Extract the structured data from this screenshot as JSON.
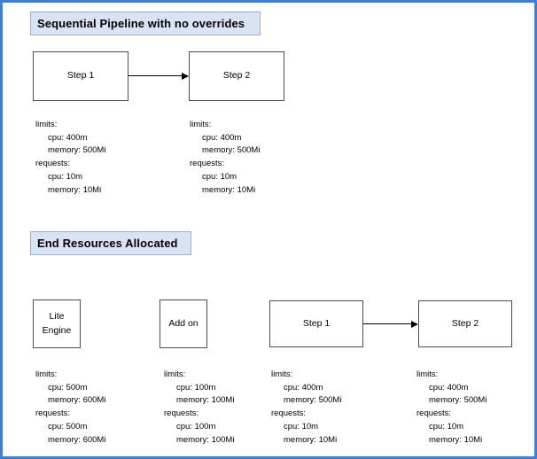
{
  "diagram": {
    "frame_color": "#3d7fe0",
    "sections": [
      {
        "title": "Sequential Pipeline with no overrides",
        "nodes": [
          {
            "lines": [
              "Step 1"
            ]
          },
          {
            "lines": [
              "Step 2"
            ]
          }
        ],
        "resources": [
          {
            "limits_label": "limits:",
            "limits_cpu": "cpu: 400m",
            "limits_memory": "memory: 500Mi",
            "requests_label": "requests:",
            "requests_cpu": "cpu: 10m",
            "requests_memory": "memory: 10Mi"
          },
          {
            "limits_label": "limits:",
            "limits_cpu": "cpu: 400m",
            "limits_memory": "memory: 500Mi",
            "requests_label": "requests:",
            "requests_cpu": "cpu: 10m",
            "requests_memory": "memory: 10Mi"
          }
        ]
      },
      {
        "title": "End Resources Allocated",
        "nodes": [
          {
            "lines": [
              "Lite",
              "Engine"
            ]
          },
          {
            "lines": [
              "Add on"
            ]
          },
          {
            "lines": [
              "Step 1"
            ]
          },
          {
            "lines": [
              "Step 2"
            ]
          }
        ],
        "resources": [
          {
            "limits_label": "limits:",
            "limits_cpu": "cpu: 500m",
            "limits_memory": "memory: 600Mi",
            "requests_label": "requests:",
            "requests_cpu": "cpu: 500m",
            "requests_memory": "memory: 600Mi"
          },
          {
            "limits_label": "limits:",
            "limits_cpu": "cpu: 100m",
            "limits_memory": "memory: 100Mi",
            "requests_label": "requests:",
            "requests_cpu": "cpu: 100m",
            "requests_memory": "memory: 100Mi"
          },
          {
            "limits_label": "limits:",
            "limits_cpu": "cpu: 400m",
            "limits_memory": "memory: 500Mi",
            "requests_label": "requests:",
            "requests_cpu": "cpu: 10m",
            "requests_memory": "memory: 10Mi"
          },
          {
            "limits_label": "limits:",
            "limits_cpu": "cpu: 400m",
            "limits_memory": "memory: 500Mi",
            "requests_label": "requests:",
            "requests_cpu": "cpu: 10m",
            "requests_memory": "memory: 10Mi"
          }
        ]
      }
    ]
  }
}
